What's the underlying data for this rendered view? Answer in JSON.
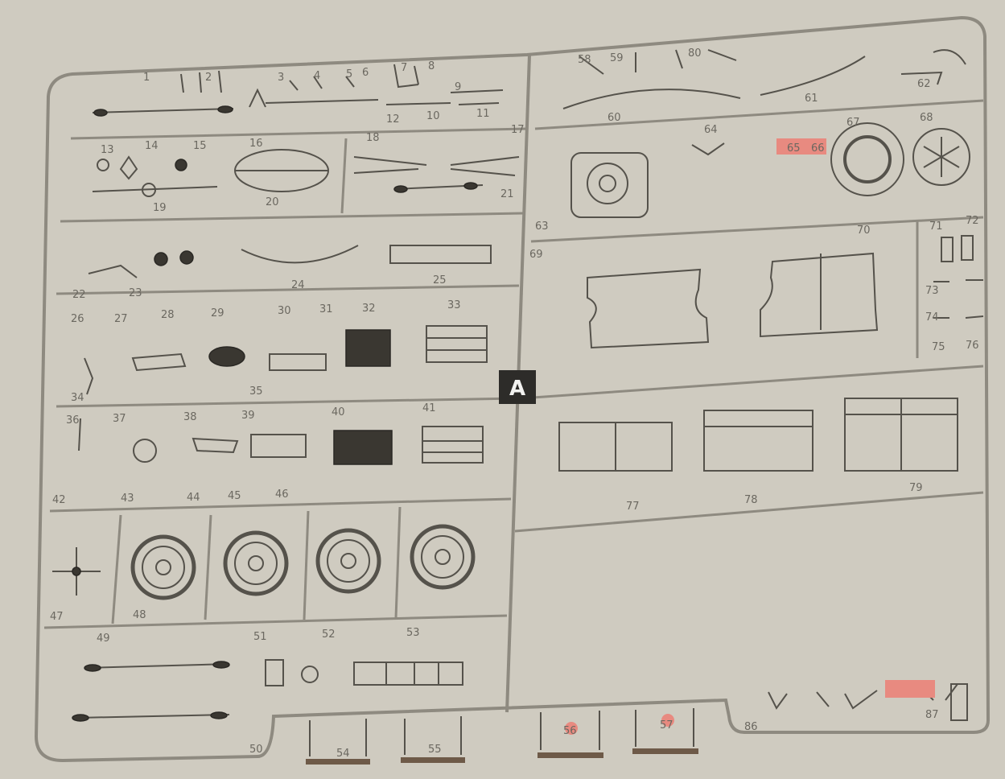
{
  "sprue": {
    "letter": "A",
    "part_numbers": [
      "1",
      "2",
      "3",
      "4",
      "5",
      "6",
      "7",
      "8",
      "9",
      "10",
      "11",
      "12",
      "13",
      "14",
      "15",
      "16",
      "17",
      "18",
      "19",
      "20",
      "21",
      "22",
      "23",
      "24",
      "25",
      "26",
      "27",
      "28",
      "29",
      "30",
      "31",
      "32",
      "33",
      "34",
      "35",
      "36",
      "37",
      "38",
      "39",
      "40",
      "41",
      "42",
      "43",
      "44",
      "45",
      "46",
      "47",
      "48",
      "49",
      "50",
      "51",
      "52",
      "53",
      "54",
      "55",
      "56",
      "57",
      "58",
      "59",
      "60",
      "61",
      "62",
      "63",
      "64",
      "65",
      "66",
      "67",
      "68",
      "69",
      "70",
      "71",
      "72",
      "73",
      "74",
      "75",
      "76",
      "77",
      "78",
      "79",
      "80",
      "86",
      "87"
    ],
    "highlighted_parts": [
      "65",
      "66",
      "56",
      "57",
      "85"
    ],
    "colors": {
      "background": "#cfcbc0",
      "frame": "#8e8a80",
      "ink": "#55524b",
      "highlight": "#e88a80",
      "tab": "#6e5a48"
    }
  }
}
